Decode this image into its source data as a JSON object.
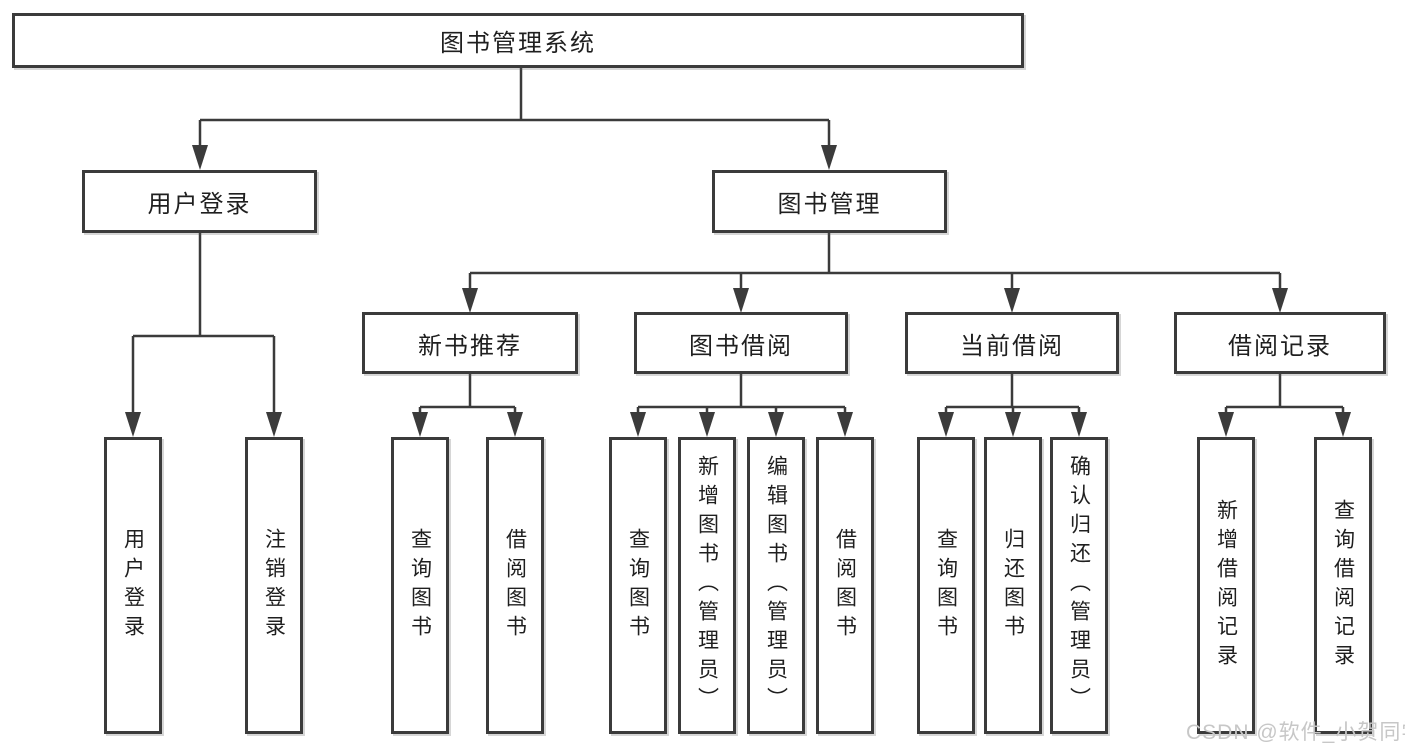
{
  "diagram_title": "图书管理系统",
  "colors": {
    "line": "#3b3b3b",
    "box_border": "#3b3b3b",
    "box_fill": "#ffffff",
    "text": "#1f1f1f",
    "watermark": "#c7c7c7"
  },
  "root": {
    "label": "图书管理系统"
  },
  "branches": [
    {
      "label": "用户登录",
      "children": [
        {
          "label": "用户登录"
        },
        {
          "label": "注销登录"
        }
      ]
    },
    {
      "label": "图书管理",
      "children": [
        {
          "label": "新书推荐",
          "children": [
            {
              "label": "查询图书"
            },
            {
              "label": "借阅图书"
            }
          ]
        },
        {
          "label": "图书借阅",
          "children": [
            {
              "label": "查询图书"
            },
            {
              "label": "新增图书（管理员）"
            },
            {
              "label": "编辑图书（管理员）"
            },
            {
              "label": "借阅图书"
            }
          ]
        },
        {
          "label": "当前借阅",
          "children": [
            {
              "label": "查询图书"
            },
            {
              "label": "归还图书"
            },
            {
              "label": "确认归还（管理员）"
            }
          ]
        },
        {
          "label": "借阅记录",
          "children": [
            {
              "label": "新增借阅记录"
            },
            {
              "label": "查询借阅记录"
            }
          ]
        }
      ]
    }
  ],
  "watermark": {
    "text": "CSDN @软件_小贺同学"
  }
}
